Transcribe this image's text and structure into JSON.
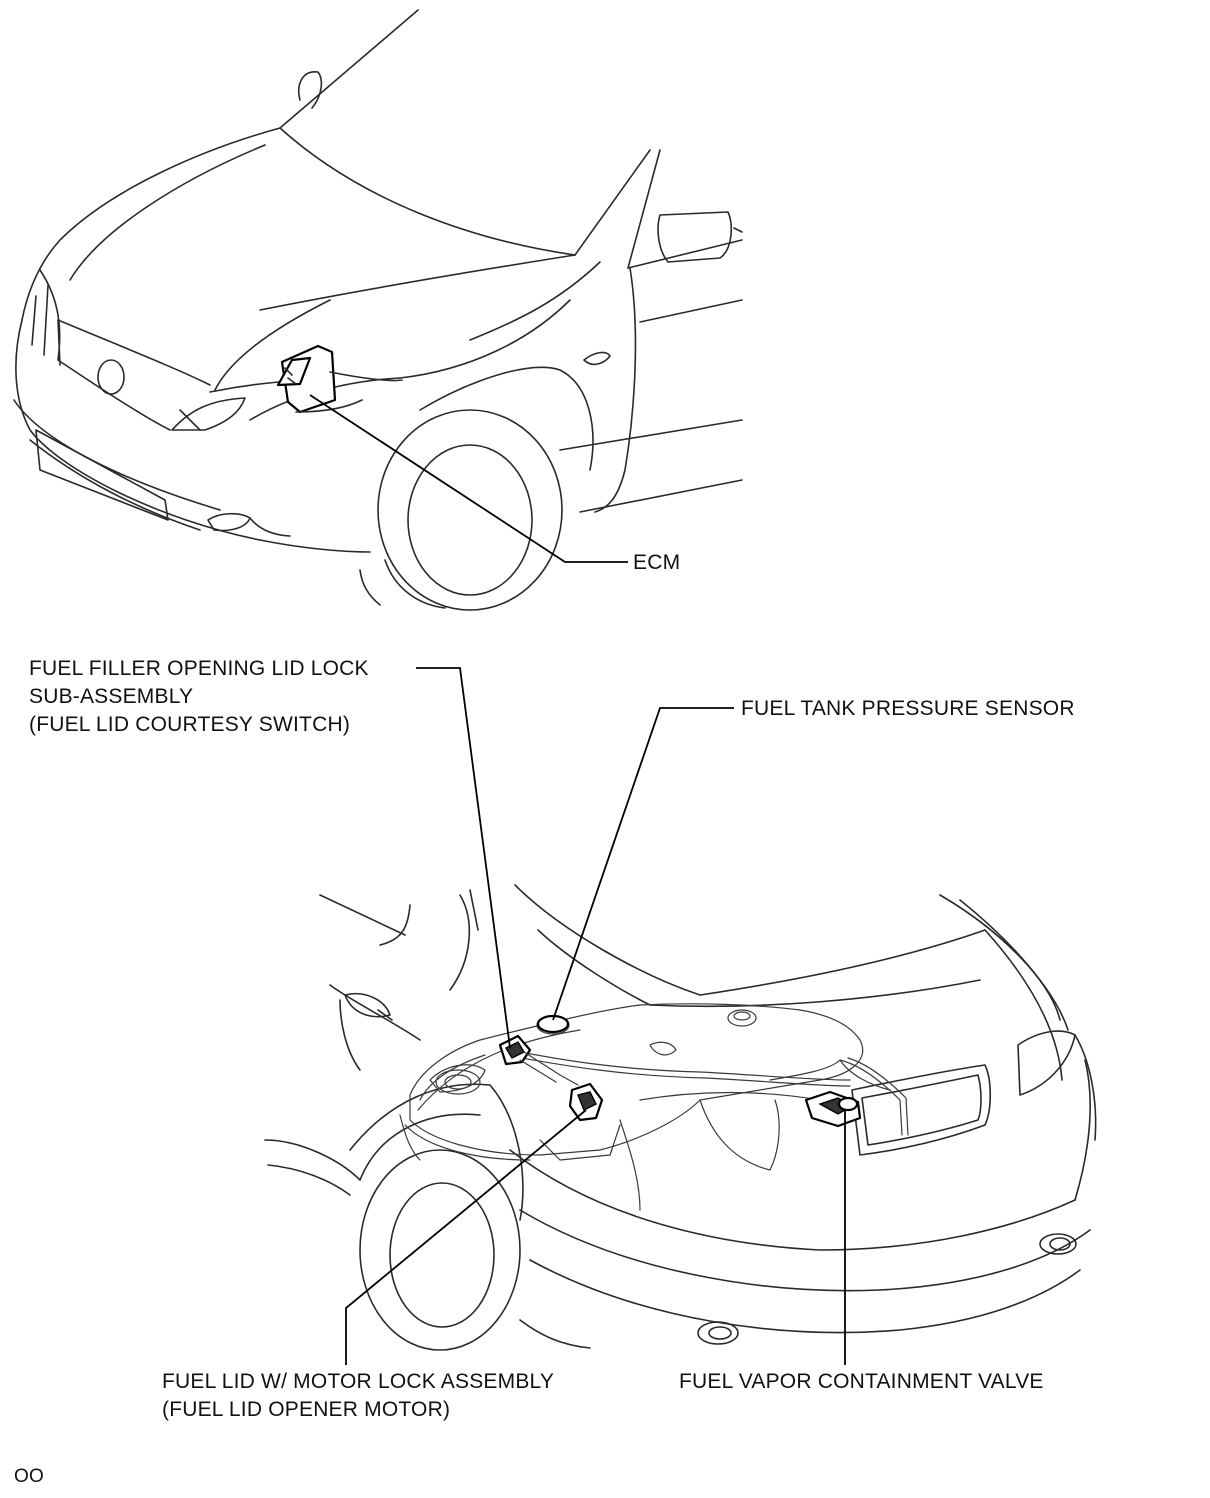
{
  "labels": {
    "ecm": "ECM",
    "lid_lock": {
      "line1": "FUEL FILLER OPENING LID LOCK",
      "line2": "SUB-ASSEMBLY",
      "line3": "(FUEL LID COURTESY SWITCH)"
    },
    "pressure_sensor": "FUEL TANK PRESSURE SENSOR",
    "lid_motor": {
      "line1": "FUEL LID W/ MOTOR LOCK ASSEMBLY",
      "line2": "(FUEL LID OPENER MOTOR)"
    },
    "vapor_valve": "FUEL VAPOR CONTAINMENT VALVE",
    "figure_code": "OO"
  },
  "colors": {
    "line": "#2a2a2a",
    "leader": "#000000",
    "background": "#ffffff"
  }
}
